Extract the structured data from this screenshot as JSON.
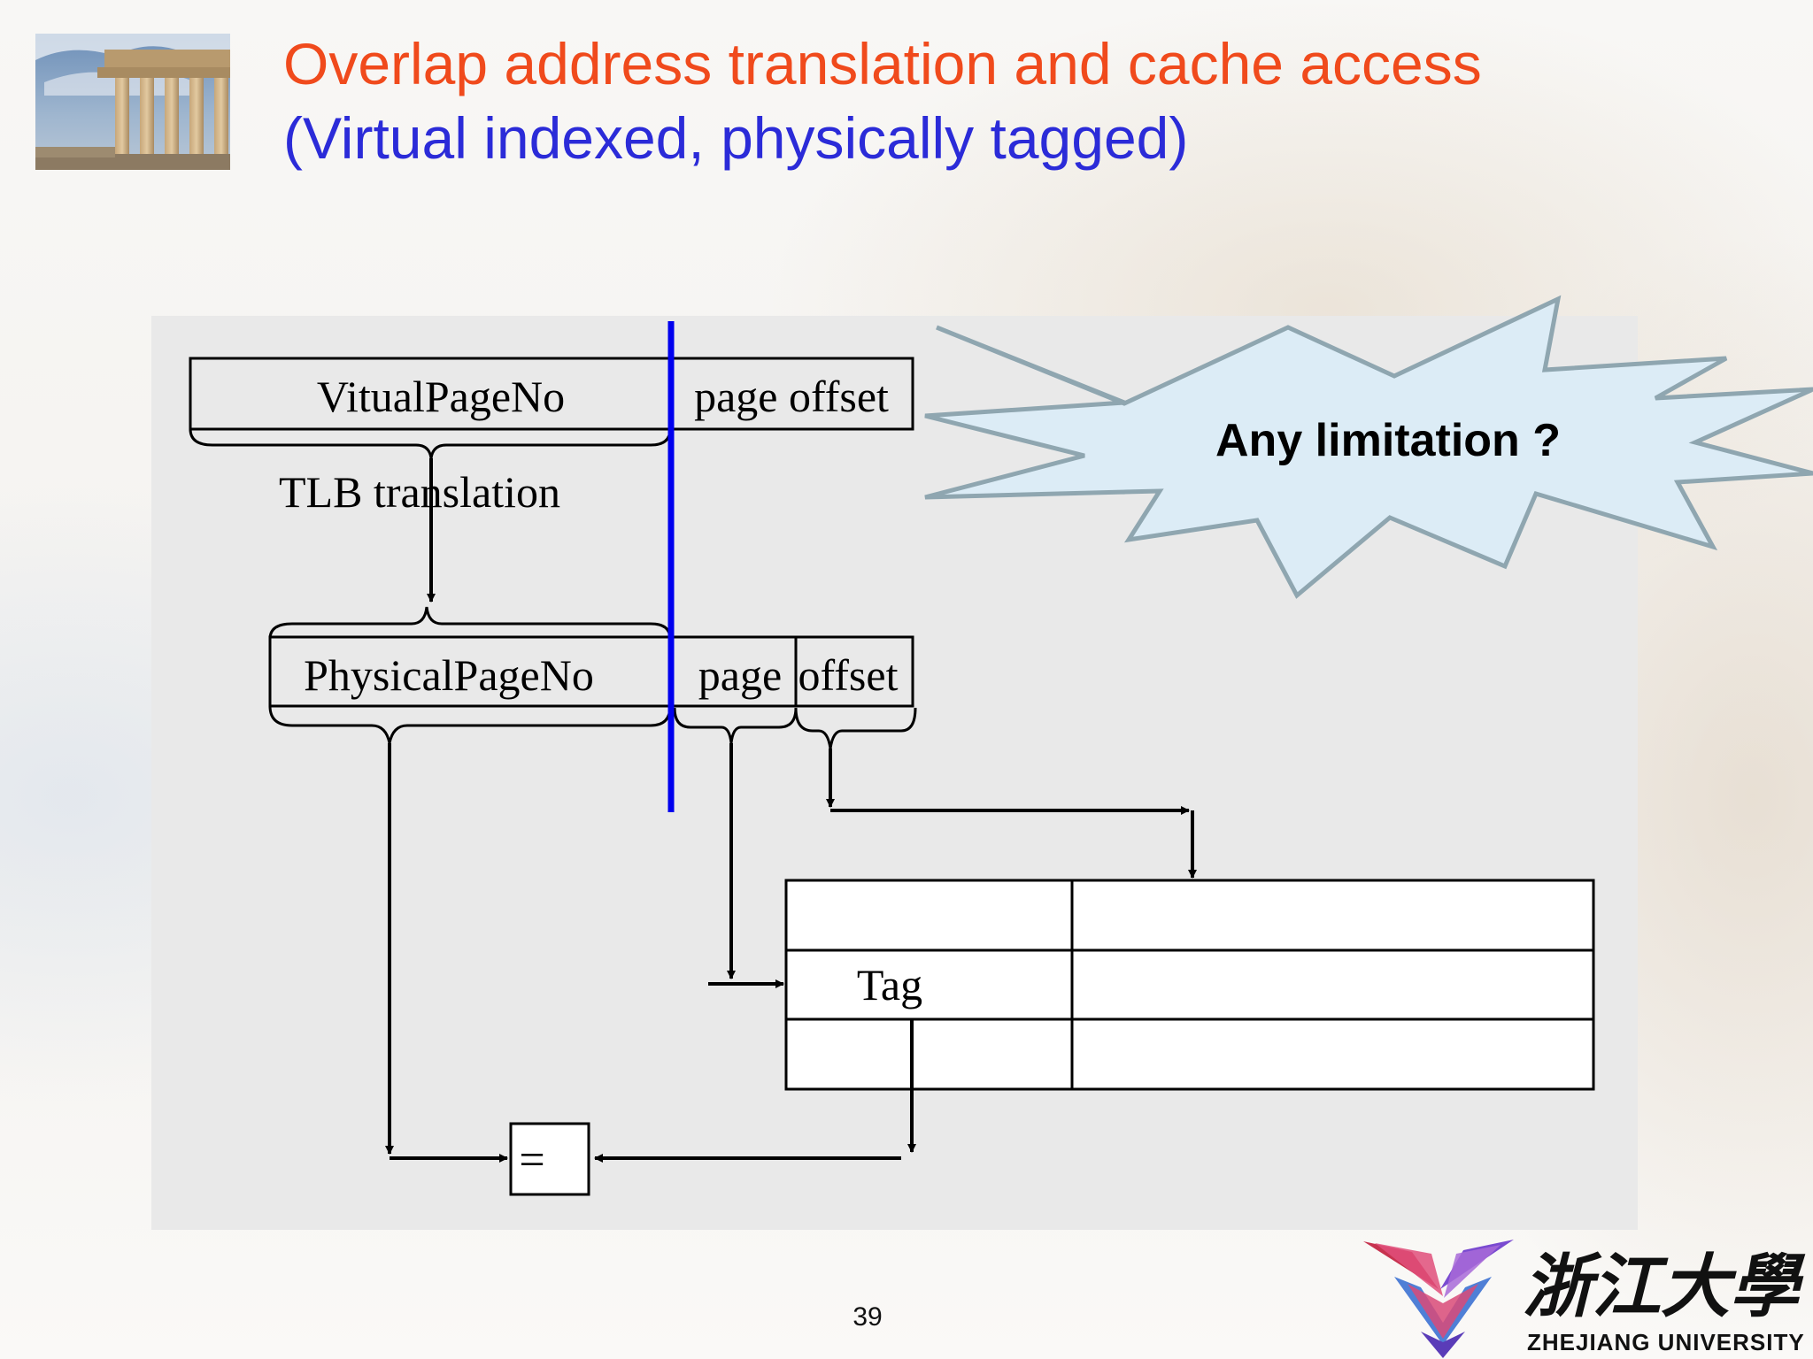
{
  "slide": {
    "title_line1": "Overlap address translation and cache access",
    "title_line2": "(Virtual indexed, physically tagged)",
    "page_number": "39",
    "thumbnail_image": "parthenon-columns-photo"
  },
  "colors": {
    "title_primary": "#f04a1c",
    "title_secondary": "#2b2bd8",
    "divider_line": "#0000ee",
    "burst_fill": "#dcecf6",
    "burst_stroke": "#8fa6b0",
    "panel": "#e9e9e9"
  },
  "diagram": {
    "virtual_page_no": "VitualPageNo",
    "virtual_page_offset": "page offset",
    "tlb_label": "TLB translation",
    "physical_page_no": "PhysicalPageNo",
    "physical_page": "page",
    "physical_offset": "offset",
    "tag_label": "Tag",
    "comparator_symbol": "=",
    "callout": "Any limitation ?"
  },
  "logo": {
    "chinese_name": "浙江大學",
    "english_name": "ZHEJIANG UNIVERSITY"
  }
}
